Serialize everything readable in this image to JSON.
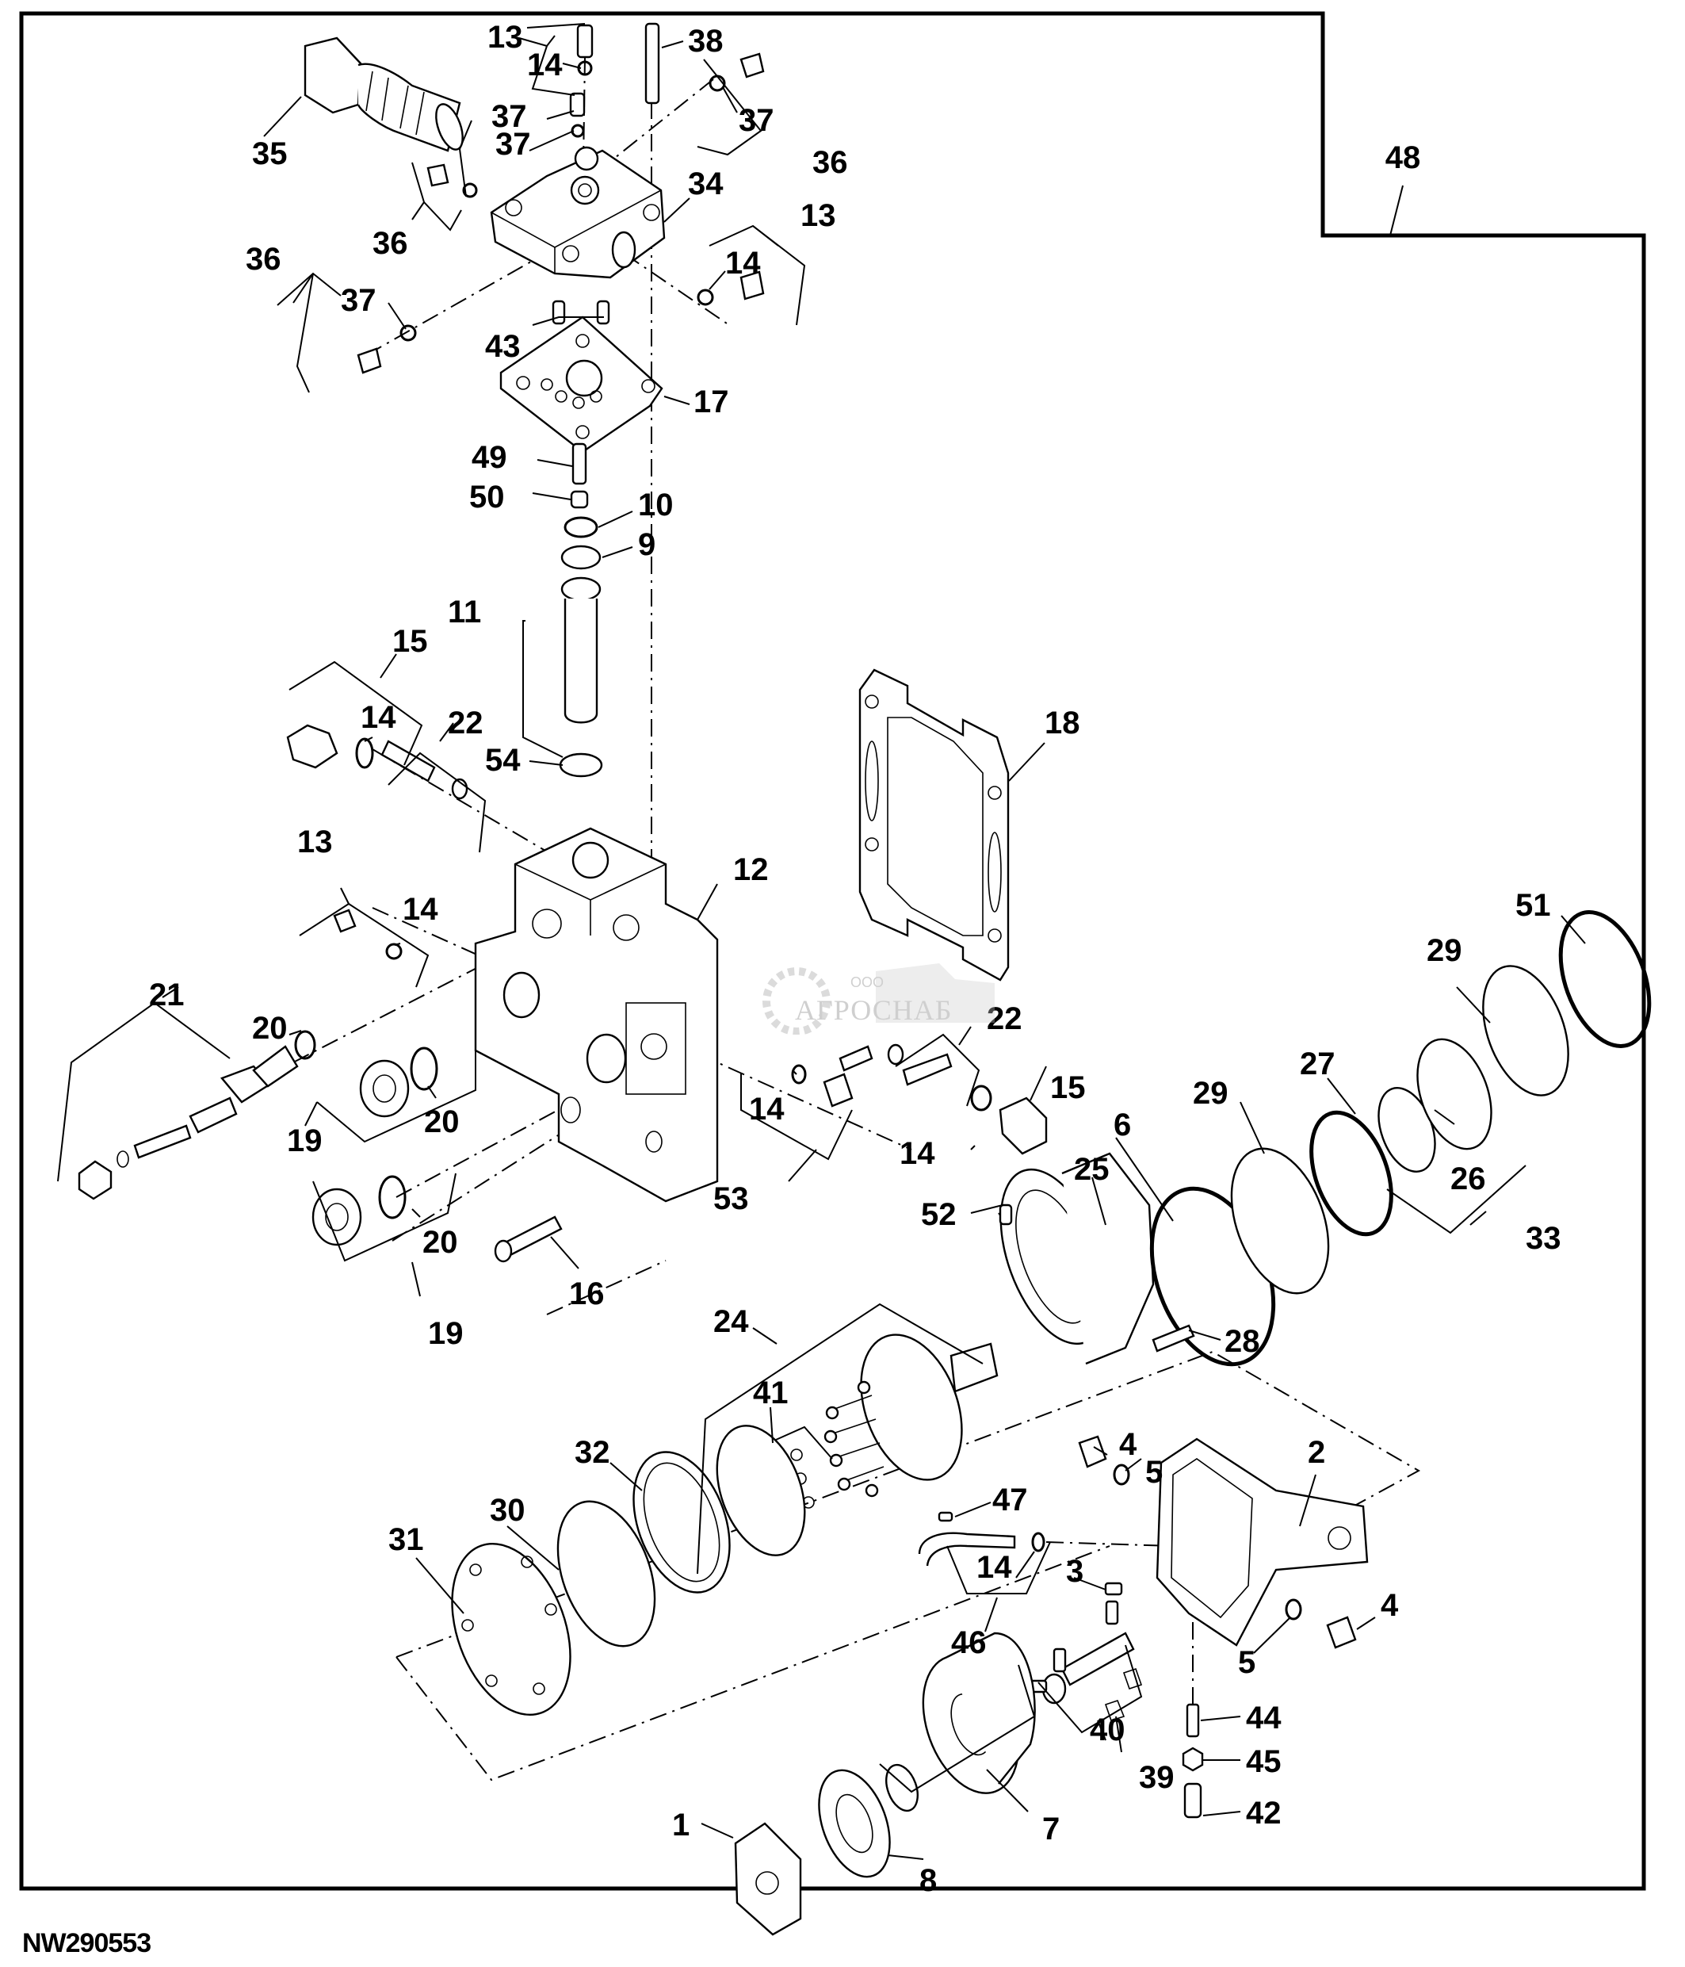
{
  "figure": {
    "id_caption": "NW290553",
    "assembly_label": "48",
    "watermark": {
      "prefix": "ООО",
      "name": "АГРОСНАБ"
    }
  },
  "callouts": [
    {
      "id": "c13a",
      "text": "13"
    },
    {
      "id": "c14a",
      "text": "14"
    },
    {
      "id": "c38",
      "text": "38"
    },
    {
      "id": "c36a",
      "text": "36"
    },
    {
      "id": "c37a",
      "text": "37"
    },
    {
      "id": "c35",
      "text": "35"
    },
    {
      "id": "c37b",
      "text": "37"
    },
    {
      "id": "c37c",
      "text": "37"
    },
    {
      "id": "c36b",
      "text": "36"
    },
    {
      "id": "c36c",
      "text": "36"
    },
    {
      "id": "c34",
      "text": "34"
    },
    {
      "id": "c13b",
      "text": "13"
    },
    {
      "id": "c14b",
      "text": "14"
    },
    {
      "id": "c36d",
      "text": "36"
    },
    {
      "id": "c37d",
      "text": "37"
    },
    {
      "id": "c43",
      "text": "43"
    },
    {
      "id": "c17",
      "text": "17"
    },
    {
      "id": "c49",
      "text": "49"
    },
    {
      "id": "c50",
      "text": "50"
    },
    {
      "id": "c10",
      "text": "10"
    },
    {
      "id": "c9",
      "text": "9"
    },
    {
      "id": "c11",
      "text": "11"
    },
    {
      "id": "c15a",
      "text": "15"
    },
    {
      "id": "c14c",
      "text": "14"
    },
    {
      "id": "c22a",
      "text": "22"
    },
    {
      "id": "c54",
      "text": "54"
    },
    {
      "id": "c18",
      "text": "18"
    },
    {
      "id": "c13c",
      "text": "13"
    },
    {
      "id": "c14d",
      "text": "14"
    },
    {
      "id": "c12",
      "text": "12"
    },
    {
      "id": "c21",
      "text": "21"
    },
    {
      "id": "c20a",
      "text": "20"
    },
    {
      "id": "c20b",
      "text": "20"
    },
    {
      "id": "c19a",
      "text": "19"
    },
    {
      "id": "c20c",
      "text": "20"
    },
    {
      "id": "c19b",
      "text": "19"
    },
    {
      "id": "c16",
      "text": "16"
    },
    {
      "id": "c14e",
      "text": "14"
    },
    {
      "id": "c53",
      "text": "53"
    },
    {
      "id": "c22b",
      "text": "22"
    },
    {
      "id": "c15b",
      "text": "15"
    },
    {
      "id": "c14f",
      "text": "14"
    },
    {
      "id": "c52",
      "text": "52"
    },
    {
      "id": "c25",
      "text": "25"
    },
    {
      "id": "c6",
      "text": "6"
    },
    {
      "id": "c29a",
      "text": "29"
    },
    {
      "id": "c27",
      "text": "27"
    },
    {
      "id": "c29b",
      "text": "29"
    },
    {
      "id": "c51",
      "text": "51"
    },
    {
      "id": "c26",
      "text": "26"
    },
    {
      "id": "c33",
      "text": "33"
    },
    {
      "id": "c28",
      "text": "28"
    },
    {
      "id": "c24",
      "text": "24"
    },
    {
      "id": "c41",
      "text": "41"
    },
    {
      "id": "c32",
      "text": "32"
    },
    {
      "id": "c30",
      "text": "30"
    },
    {
      "id": "c31",
      "text": "31"
    },
    {
      "id": "c4a",
      "text": "4"
    },
    {
      "id": "c5a",
      "text": "5"
    },
    {
      "id": "c2",
      "text": "2"
    },
    {
      "id": "c47",
      "text": "47"
    },
    {
      "id": "c14g",
      "text": "14"
    },
    {
      "id": "c46",
      "text": "46"
    },
    {
      "id": "c3",
      "text": "3"
    },
    {
      "id": "c4b",
      "text": "4"
    },
    {
      "id": "c5b",
      "text": "5"
    },
    {
      "id": "c44",
      "text": "44"
    },
    {
      "id": "c45",
      "text": "45"
    },
    {
      "id": "c40",
      "text": "40"
    },
    {
      "id": "c39",
      "text": "39"
    },
    {
      "id": "c42",
      "text": "42"
    },
    {
      "id": "c7",
      "text": "7"
    },
    {
      "id": "c1",
      "text": "1"
    },
    {
      "id": "c8",
      "text": "8"
    }
  ]
}
